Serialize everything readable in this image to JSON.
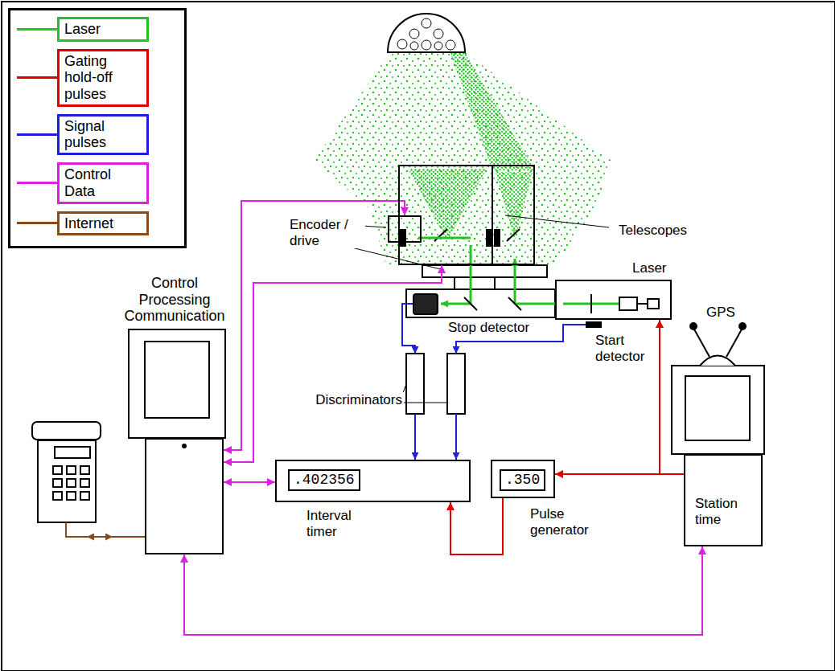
{
  "diagram": {
    "nodes": [
      {
        "text": [
          "Telescopes"
        ]
      },
      {
        "text": [
          "Encoder / drive"
        ]
      },
      {
        "text": [
          "Stop detector"
        ]
      },
      {
        "text": [
          "Laser"
        ]
      },
      {
        "text": [
          "Start detector"
        ]
      },
      {
        "text": [
          "Control Processing Communication"
        ]
      },
      {
        "text": [
          ".402356",
          "Interval timer"
        ]
      },
      {
        "text": [
          ".350",
          "Pulse generator"
        ]
      },
      {
        "text": [
          "Station time"
        ]
      }
    ],
    "edges": [
      {
        "from": 5,
        "to": 1,
        "arrow": "both"
      },
      {
        "from": 5,
        "to": 0,
        "arrow": "both"
      },
      {
        "from": 5,
        "to": 6,
        "arrow": "both"
      },
      {
        "from": 5,
        "to": 8,
        "arrow": "both"
      },
      {
        "from": 8,
        "to": 7,
        "arrow": "to"
      },
      {
        "from": 8,
        "to": 3,
        "arrow": "to"
      },
      {
        "from": 7,
        "to": 6,
        "arrow": "to"
      }
    ],
    "labels": [
      "Discriminators",
      "GPS"
    ],
    "legend": [
      {
        "text": "Laser",
        "color": "#22c322"
      },
      {
        "text": "Gating hold-off pulses",
        "color": "#e00000"
      },
      {
        "text": "Signal pulses",
        "color": "#1f1fe0"
      },
      {
        "text": "Control Data",
        "color": "#e020e0"
      },
      {
        "text": "Internet",
        "color": "#8b4a1a"
      }
    ]
  }
}
